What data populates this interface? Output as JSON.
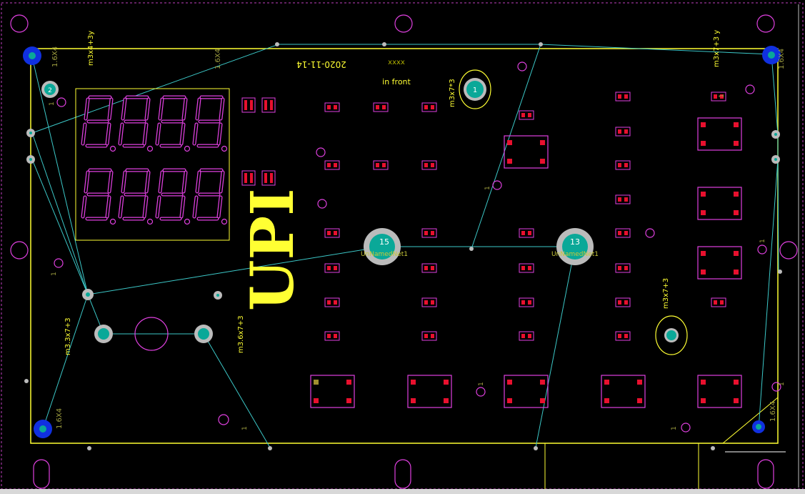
{
  "board": {
    "date": "2020-11-14",
    "brand": "UPI",
    "marks": {
      "xxxx": "xxxx",
      "in_front": "in front"
    },
    "hole_labels": {
      "tl": "m3x4+3y",
      "tr": "m3x7+3 y",
      "m3x7_top": "m3x7*3",
      "m3x7_right": "m3x7+3",
      "m3_3": "m3.3x7+3",
      "m3_6": "m3.6x7+3"
    },
    "via_labels": {
      "a": "1.6X4",
      "b": "1.6X4",
      "c": "1.6X4",
      "d": "1.6X4",
      "e": "1.6X4"
    },
    "net_labels": {
      "n1": "UnNamedNet1",
      "n2": "UnNamedNet1"
    },
    "pad_numbers": {
      "p15": "15",
      "p13": "13",
      "p1": "1",
      "p2": "2"
    },
    "ones": [
      "1",
      "1",
      "1",
      "1",
      "1",
      "1",
      "1",
      "1",
      "1"
    ]
  },
  "colors": {
    "background": "#000000",
    "board_outline": "#ffff33",
    "component_outline": "#e040e0",
    "pad": "#e8102e",
    "ratsnest": "#3cc8c8",
    "via_blue": "#1030e0",
    "pad_teal": "#0aa898"
  }
}
